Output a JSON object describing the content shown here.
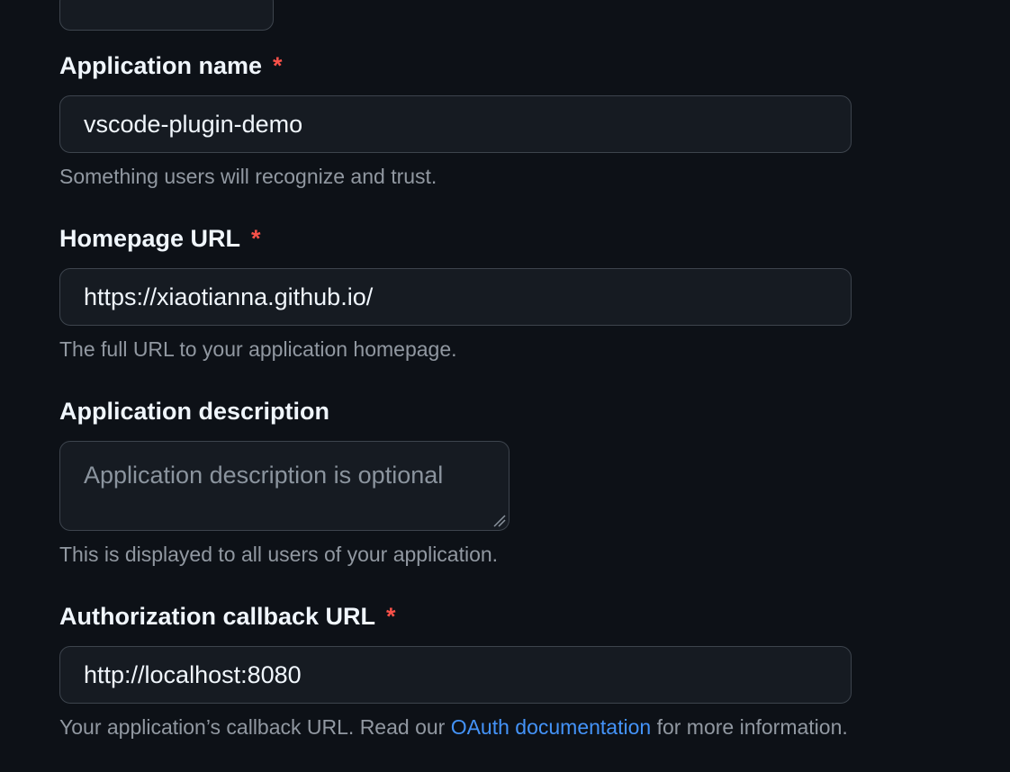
{
  "form": {
    "app_name": {
      "label": "Application name",
      "required_mark": "*",
      "value": "vscode-plugin-demo",
      "hint": "Something users will recognize and trust."
    },
    "homepage_url": {
      "label": "Homepage URL",
      "required_mark": "*",
      "value": "https://xiaotianna.github.io/",
      "hint": "The full URL to your application homepage."
    },
    "description": {
      "label": "Application description",
      "placeholder": "Application description is optional",
      "hint": "This is displayed to all users of your application."
    },
    "callback_url": {
      "label": "Authorization callback URL",
      "required_mark": "*",
      "value": "http://localhost:8080",
      "hint_prefix": "Your application’s callback URL. Read our ",
      "hint_link": "OAuth documentation",
      "hint_suffix": " for more information."
    }
  },
  "colors": {
    "background": "#0d1117",
    "input_background": "#161b22",
    "border": "#3d444d",
    "required": "#f85149",
    "link": "#4493f8",
    "hint": "#9198a1"
  }
}
